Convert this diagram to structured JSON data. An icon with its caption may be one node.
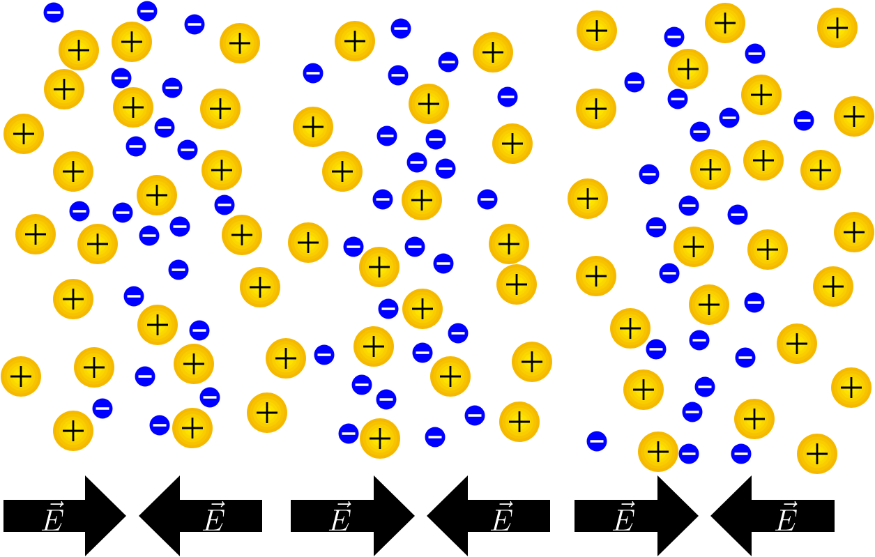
{
  "diagram": {
    "labels": [
      "\\vec{E}",
      "\\vec{E}",
      "\\vec{E}",
      "\\vec{E}",
      "\\vec{E}",
      "\\vec{E}"
    ]
  }
}
